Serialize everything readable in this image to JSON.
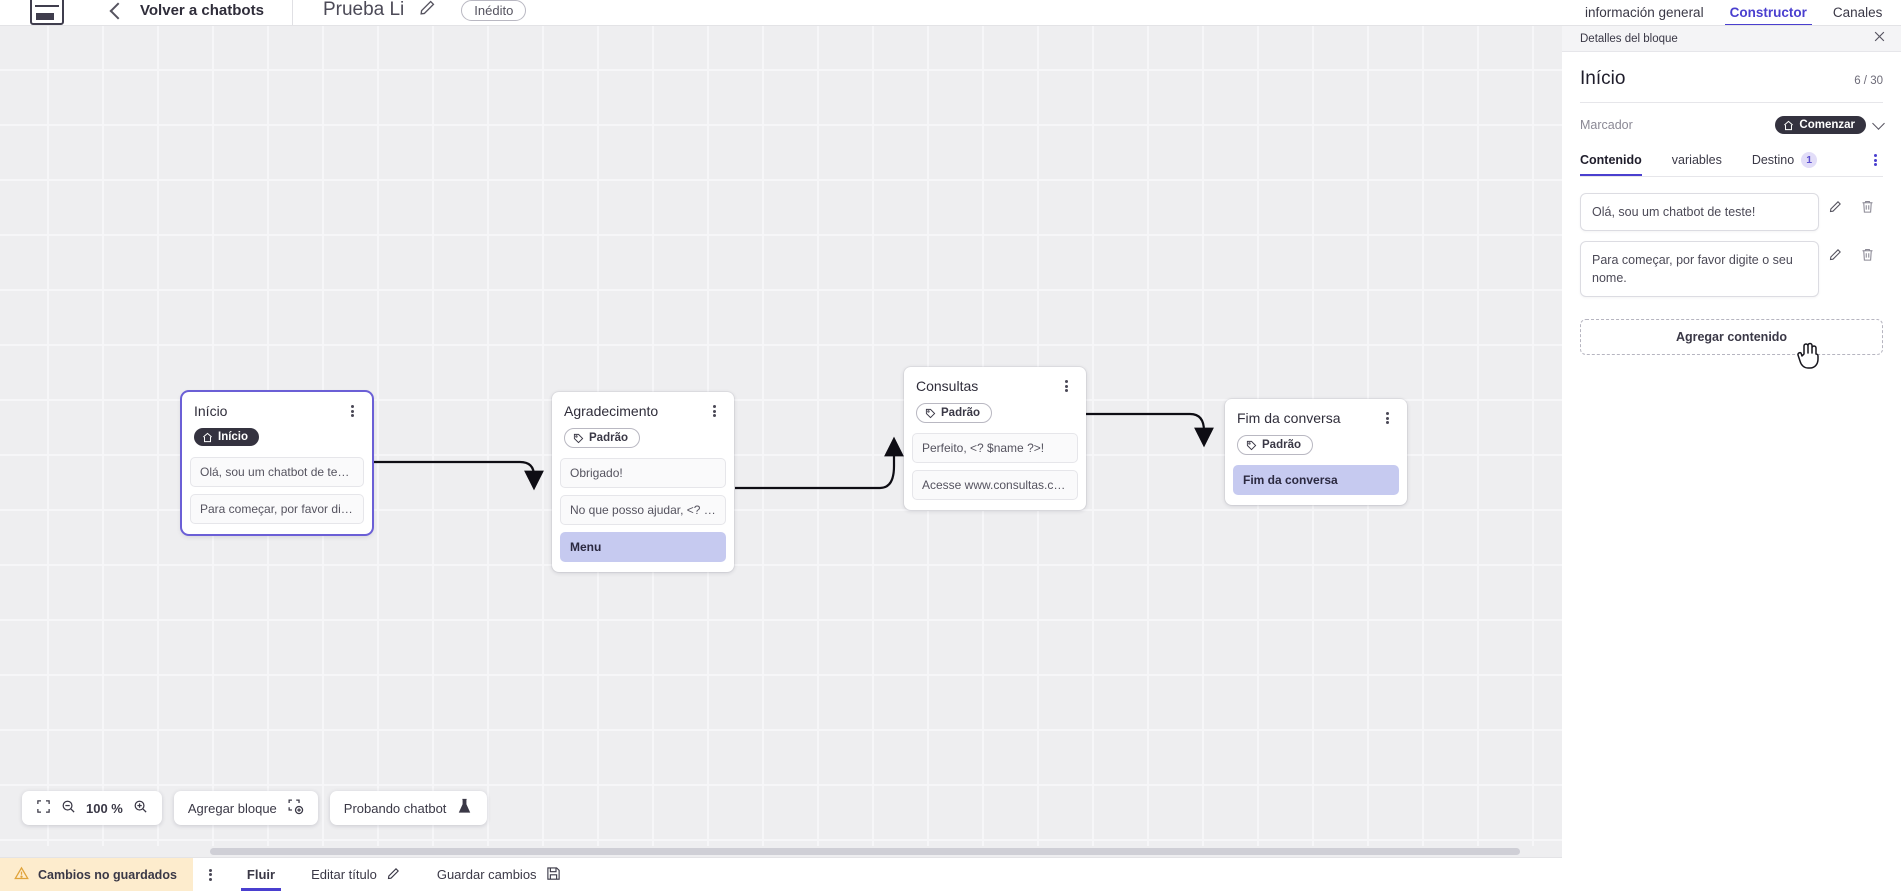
{
  "topbar": {
    "logo_name": "app-logo",
    "back_label": "Volver a chatbots",
    "doc_title": "Prueba Li",
    "status_badge": "Inédito"
  },
  "canvas": {
    "nodes": [
      {
        "id": "inicio",
        "title": "Início",
        "pill": "Início",
        "pill_type": "start",
        "selected": true,
        "messages": [
          {
            "text": "Olá, sou um chatbot de teste!",
            "highlight": false
          },
          {
            "text": "Para começar, por favor digite o ...",
            "highlight": false
          }
        ]
      },
      {
        "id": "agradecimento",
        "title": "Agradecimento",
        "pill": "Padrão",
        "pill_type": "default",
        "selected": false,
        "messages": [
          {
            "text": "Obrigado!",
            "highlight": false
          },
          {
            "text": "No que posso ajudar, <? $name ...",
            "highlight": false
          },
          {
            "text": "Menu",
            "highlight": true
          }
        ]
      },
      {
        "id": "consultas",
        "title": "Consultas",
        "pill": "Padrão",
        "pill_type": "default",
        "selected": false,
        "messages": [
          {
            "text": "Perfeito, <? $name ?>!",
            "highlight": false
          },
          {
            "text": "Acesse www.consultas.com par...",
            "highlight": false
          }
        ]
      },
      {
        "id": "fim",
        "title": "Fim da conversa",
        "pill": "Padrão",
        "pill_type": "default",
        "selected": false,
        "messages": [
          {
            "text": "Fim da conversa",
            "highlight": true
          }
        ]
      }
    ],
    "toolbar": {
      "zoom_value": "100 %",
      "add_block_label": "Agregar bloque",
      "test_chatbot_label": "Probando chatbot"
    }
  },
  "statusbar": {
    "unsaved_label": "Cambios no guardados",
    "flow_label": "Fluir",
    "edit_title_label": "Editar título",
    "save_label": "Guardar cambios"
  },
  "right_panel": {
    "tabs": [
      {
        "label": "información general",
        "active": false
      },
      {
        "label": "Constructor",
        "active": true
      },
      {
        "label": "Canales",
        "active": false
      }
    ],
    "header_title": "Detalles del bloque",
    "block_title": "Início",
    "block_count": "6 / 30",
    "marker_label": "Marcador",
    "marker_value": "Comenzar",
    "subtabs": [
      {
        "label": "Contenido",
        "active": true,
        "badge": ""
      },
      {
        "label": "variables",
        "active": false,
        "badge": ""
      },
      {
        "label": "Destino",
        "active": false,
        "badge": "1"
      }
    ],
    "contents": [
      {
        "text": "Olá, sou um chatbot de teste!"
      },
      {
        "text": "Para começar, por favor digite o seu nome."
      }
    ],
    "add_content_label": "Agregar contenido"
  },
  "colors": {
    "accent_purple": "#4a3fcf",
    "badge_purple_bg": "#e2ddf8",
    "highlight_lavender": "#c6caf0",
    "dark_pill": "#34323f",
    "unsaved_amber": "#fdeccd",
    "canvas_bg": "#eeeef0"
  }
}
